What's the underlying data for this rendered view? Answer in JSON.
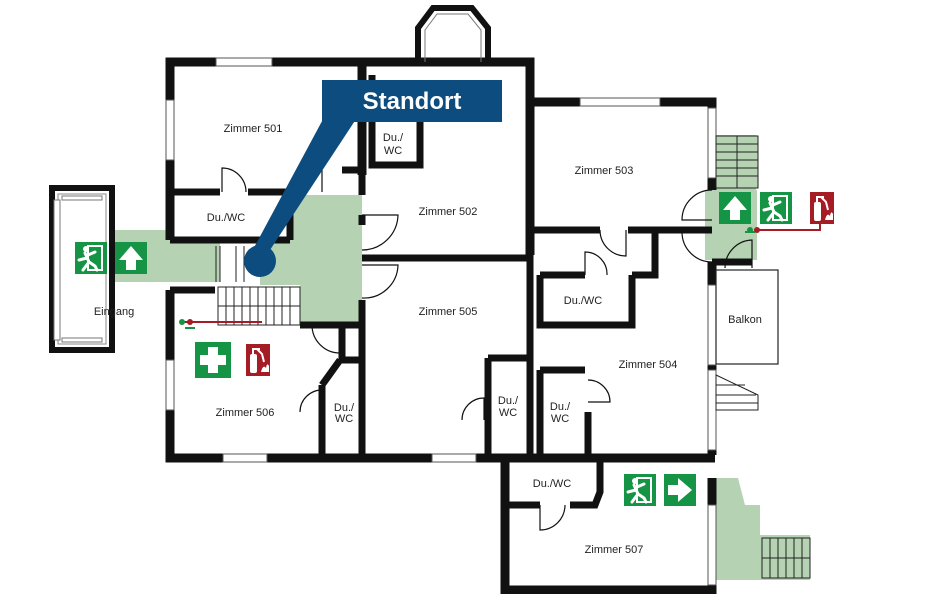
{
  "marker": {
    "label": "Standort",
    "color": "#0d4c7e"
  },
  "colors": {
    "escape_route": "#b5d3b3",
    "safety_green": "#159445",
    "fire_red": "#a51c24",
    "wall": "#111111"
  },
  "rooms": [
    {
      "id": "zimmer-501",
      "label": "Zimmer 501"
    },
    {
      "id": "zimmer-502",
      "label": "Zimmer 502"
    },
    {
      "id": "zimmer-503",
      "label": "Zimmer 503"
    },
    {
      "id": "zimmer-504",
      "label": "Zimmer 504"
    },
    {
      "id": "zimmer-505",
      "label": "Zimmer 505"
    },
    {
      "id": "zimmer-506",
      "label": "Zimmer 506"
    },
    {
      "id": "zimmer-507",
      "label": "Zimmer 507"
    },
    {
      "id": "eingang",
      "label": "Eingang"
    },
    {
      "id": "balkon",
      "label": "Balkon"
    },
    {
      "id": "duwc-501",
      "label": "Du./WC"
    },
    {
      "id": "duwc-503",
      "label": "Du./WC"
    },
    {
      "id": "duwc-507",
      "label": "Du./WC"
    }
  ],
  "stacked_rooms": [
    {
      "id": "duwc-502",
      "line1": "Du./",
      "line2": "WC"
    },
    {
      "id": "duwc-506",
      "line1": "Du./",
      "line2": "WC"
    },
    {
      "id": "duwc-505",
      "line1": "Du./",
      "line2": "WC"
    },
    {
      "id": "duwc-504",
      "line1": "Du./",
      "line2": "WC"
    }
  ],
  "signs": [
    {
      "id": "exit-left",
      "type": "emergency-exit-icon"
    },
    {
      "id": "arrow-up-left",
      "type": "arrow-up-icon"
    },
    {
      "id": "arrow-up-right",
      "type": "arrow-up-icon"
    },
    {
      "id": "exit-right",
      "type": "emergency-exit-icon"
    },
    {
      "id": "extinguisher-right",
      "type": "fire-extinguisher-icon"
    },
    {
      "id": "first-aid",
      "type": "first-aid-icon"
    },
    {
      "id": "extinguisher-center",
      "type": "fire-extinguisher-icon"
    },
    {
      "id": "exit-bottom",
      "type": "emergency-exit-icon"
    },
    {
      "id": "arrow-right-bottom",
      "type": "arrow-right-icon"
    }
  ]
}
